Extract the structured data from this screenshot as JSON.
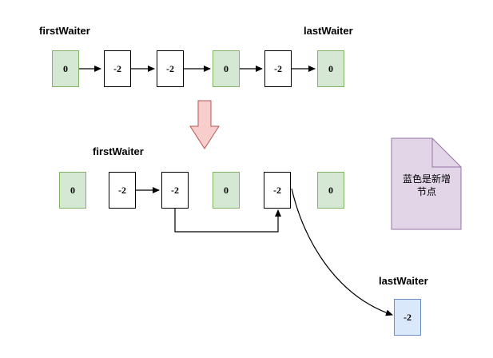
{
  "top_row": {
    "first_waiter_label": "firstWaiter",
    "last_waiter_label": "lastWaiter",
    "nodes": [
      "0",
      "-2",
      "-2",
      "0",
      "-2",
      "0"
    ]
  },
  "bottom_row": {
    "first_waiter_label": "firstWaiter",
    "last_waiter_label": "lastWaiter",
    "nodes": [
      "0",
      "-2",
      "-2",
      "0",
      "-2",
      "0"
    ],
    "new_node": "-2"
  },
  "note": {
    "line1": "蓝色是新增",
    "line2": "节点"
  },
  "colors": {
    "green_fill": "#d5e8d4",
    "green_stroke": "#82b366",
    "blue_fill": "#dae8fc",
    "blue_stroke": "#6c8ebf",
    "note_fill": "#e1d5e7",
    "note_stroke": "#9673a6",
    "arrow_fill": "#f8cecc",
    "arrow_stroke": "#b85450"
  }
}
